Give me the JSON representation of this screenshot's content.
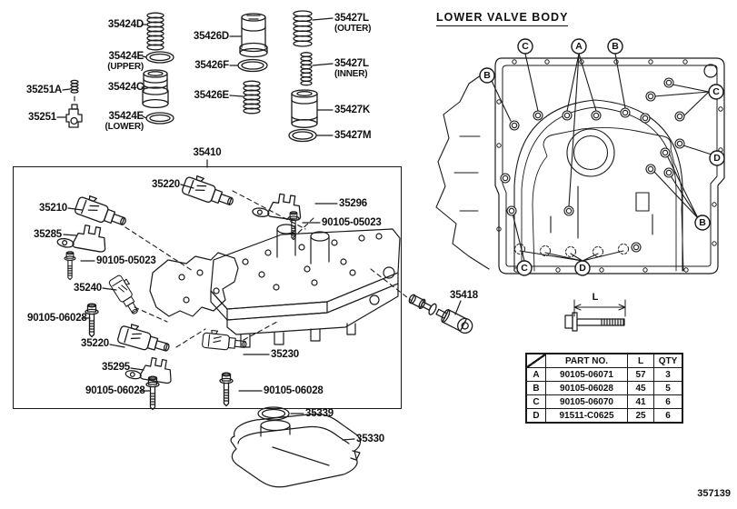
{
  "figure": {
    "number": "357139"
  },
  "left_parts": {
    "items": [
      {
        "label": "35424D"
      },
      {
        "label": "35424E",
        "sub": "(UPPER)"
      },
      {
        "label": "35424C"
      },
      {
        "label": "35251A"
      },
      {
        "label": "35251"
      },
      {
        "label": "35424E",
        "sub": "(LOWER)"
      },
      {
        "label": "35426D"
      },
      {
        "label": "35426F"
      },
      {
        "label": "35426E"
      },
      {
        "label": "35427L",
        "sub": "(OUTER)"
      },
      {
        "label": "35427L",
        "sub": "(INNER)"
      },
      {
        "label": "35427K"
      },
      {
        "label": "35427M"
      }
    ]
  },
  "assembly": {
    "label": "35410",
    "items": [
      {
        "label": "35220"
      },
      {
        "label": "35210"
      },
      {
        "label": "35296"
      },
      {
        "label": "90105-05023"
      },
      {
        "label": "35285"
      },
      {
        "label": "90105-05023"
      },
      {
        "label": "35240"
      },
      {
        "label": "90105-06028"
      },
      {
        "label": "35220"
      },
      {
        "label": "35295"
      },
      {
        "label": "35230"
      },
      {
        "label": "90105-06028"
      },
      {
        "label": "90105-06028"
      },
      {
        "label": "35418"
      }
    ]
  },
  "filter": {
    "seal_label": "35339",
    "body_label": "35330"
  },
  "valve_body_view": {
    "title": "LOWER VALVE BODY",
    "callouts": [
      {
        "letter": "C"
      },
      {
        "letter": "A"
      },
      {
        "letter": "B"
      },
      {
        "letter": "B"
      },
      {
        "letter": "C"
      },
      {
        "letter": "D"
      },
      {
        "letter": "B"
      },
      {
        "letter": "C"
      },
      {
        "letter": "D"
      }
    ]
  },
  "bolt_table": {
    "dim_label": "L",
    "headers": {
      "part_no": "PART NO.",
      "length": "L",
      "qty": "QTY"
    },
    "rows": [
      {
        "key": "A",
        "part_no": "90105-06071",
        "length": "57",
        "qty": "3"
      },
      {
        "key": "B",
        "part_no": "90105-06028",
        "length": "45",
        "qty": "5"
      },
      {
        "key": "C",
        "part_no": "90105-06070",
        "length": "41",
        "qty": "6"
      },
      {
        "key": "D",
        "part_no": "91511-C0625",
        "length": "25",
        "qty": "6"
      }
    ]
  }
}
